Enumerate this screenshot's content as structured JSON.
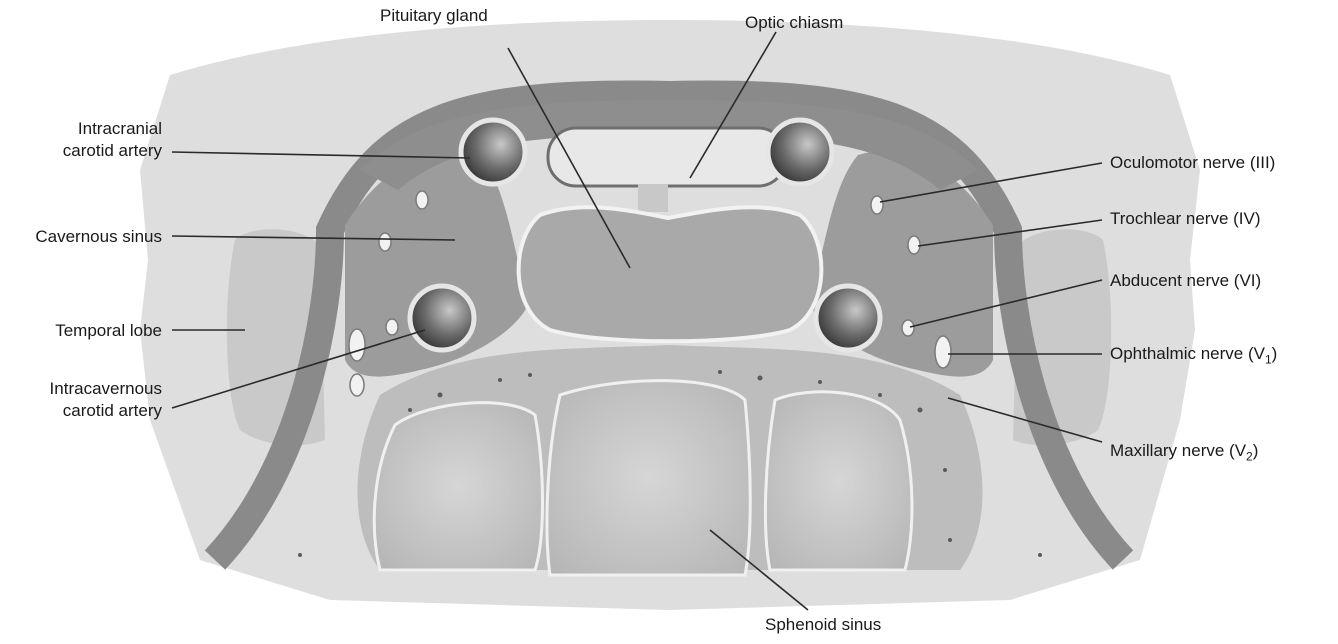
{
  "labels": {
    "pituitary_gland": "Pituitary gland",
    "optic_chiasm": "Optic chiasm",
    "intracranial_carotid_l1": "Intracranial",
    "intracranial_carotid_l2": "carotid artery",
    "cavernous_sinus": "Cavernous sinus",
    "temporal_lobe": "Temporal lobe",
    "intracavernous_carotid_l1": "Intracavernous",
    "intracavernous_carotid_l2": "carotid artery",
    "oculomotor_nerve": "Oculomotor nerve (III)",
    "trochlear_nerve": "Trochlear nerve (IV)",
    "abducent_nerve": "Abducent nerve (VI)",
    "ophthalmic_nerve_main": "Ophthalmic nerve (V",
    "ophthalmic_nerve_sub": "1",
    "ophthalmic_nerve_close": ")",
    "maxillary_nerve_main": "Maxillary nerve (V",
    "maxillary_nerve_sub": "2",
    "maxillary_nerve_close": ")",
    "sphenoid_sinus": "Sphenoid sinus"
  },
  "colors": {
    "brain_tissue": "#d9d9d9",
    "sinus_fill": "#9a9a9a",
    "dura": "#7d7d7d",
    "bone": "#b8b8b8",
    "air_sinus": "#c4c4c4",
    "leader_line": "#2a2a2a"
  }
}
